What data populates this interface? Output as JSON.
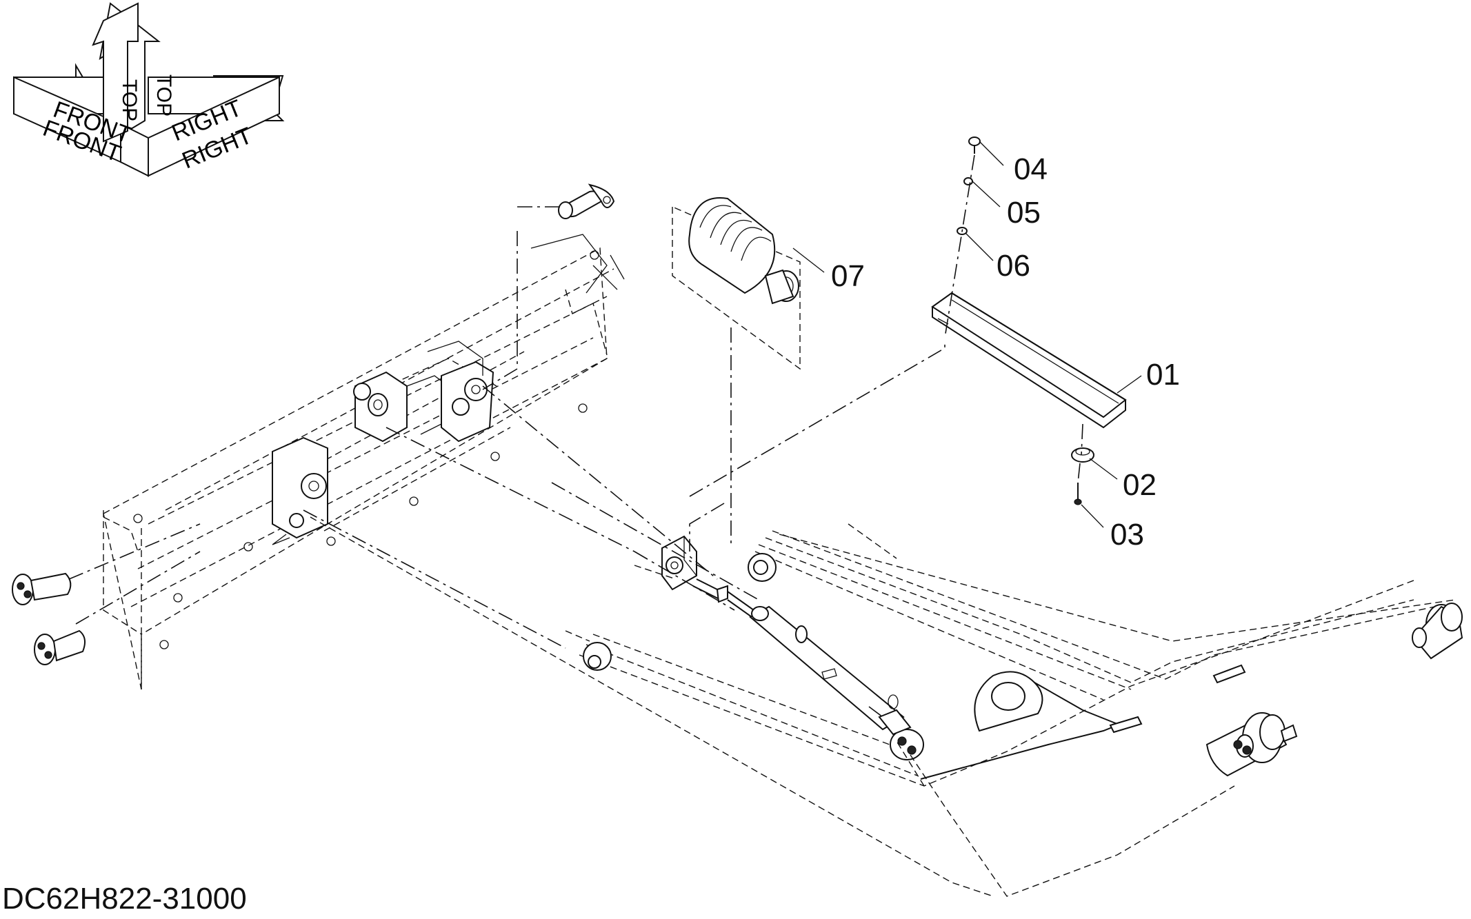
{
  "document": {
    "number": "DC62H822-31000"
  },
  "orientation": {
    "front": "FRONT",
    "top": "TOP",
    "right": "RIGHT"
  },
  "callouts": [
    "01",
    "02",
    "03",
    "04",
    "05",
    "06",
    "07"
  ],
  "colors": {
    "line": "#111111",
    "background": "#ffffff"
  }
}
